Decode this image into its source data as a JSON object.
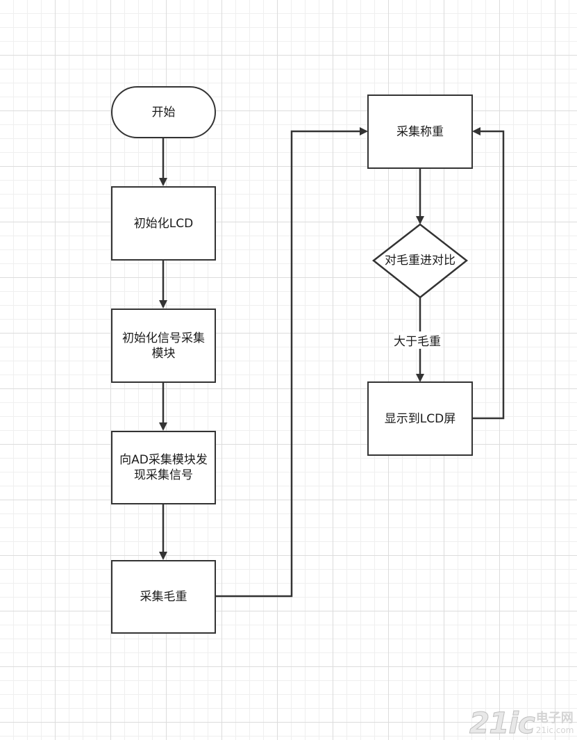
{
  "nodes": {
    "start": "开始",
    "init_lcd": "初始化LCD",
    "init_signal": "初始化信号采集模块",
    "send_signal": "向AD采集模块发现采集信号",
    "collect_gross": "采集毛重",
    "collect_weight": "采集称重",
    "compare": "对毛重进对比",
    "display": "显示到LCD屏"
  },
  "edges": {
    "greater_than_gross": "大于毛重"
  },
  "watermark": {
    "number": "21ic",
    "line1": "电子网",
    "line2": "21ic.com"
  },
  "colors": {
    "stroke": "#333333",
    "grid_major": "#dcdcdc",
    "grid_minor": "#efefef"
  }
}
